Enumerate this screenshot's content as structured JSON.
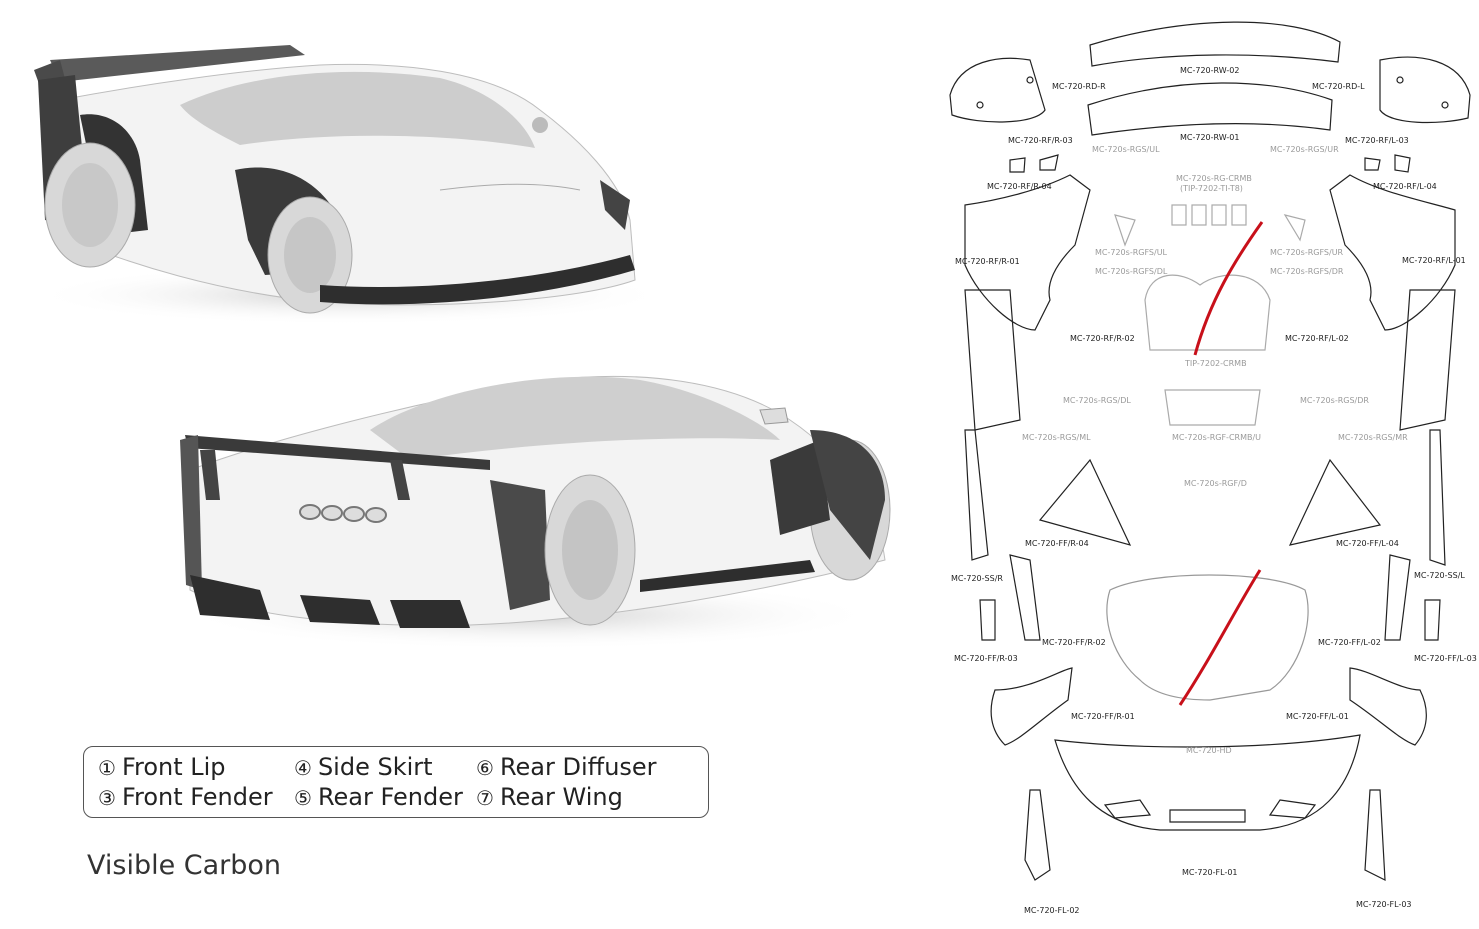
{
  "legend": {
    "items": [
      {
        "num": "①",
        "label": "Front Lip"
      },
      {
        "num": "④",
        "label": "Side Skirt"
      },
      {
        "num": "⑥",
        "label": "Rear Diffuser"
      },
      {
        "num": "③",
        "label": "Front Fender"
      },
      {
        "num": "⑤",
        "label": "Rear Fender"
      },
      {
        "num": "⑦",
        "label": "Rear Wing"
      }
    ]
  },
  "caption": "Visible Carbon",
  "parts": [
    {
      "code": "MC-720-RW-02",
      "faint": false
    },
    {
      "code": "MC-720-RD-R",
      "faint": false
    },
    {
      "code": "MC-720-RD-L",
      "faint": false
    },
    {
      "code": "MC-720-RF/R-03",
      "faint": false
    },
    {
      "code": "MC-720-RW-01",
      "faint": false
    },
    {
      "code": "MC-720-RF/L-03",
      "faint": false
    },
    {
      "code": "MC-720s-RGS/UL",
      "faint": true
    },
    {
      "code": "MC-720s-RGS/UR",
      "faint": true
    },
    {
      "code": "MC-720s-RG-CRMB",
      "faint": true
    },
    {
      "code": "(TIP-7202-TI-T8)",
      "faint": true
    },
    {
      "code": "MC-720-RF/R-04",
      "faint": false
    },
    {
      "code": "MC-720-RF/L-04",
      "faint": false
    },
    {
      "code": "MC-720s-RGFS/UL",
      "faint": true
    },
    {
      "code": "MC-720s-RGFS/UR",
      "faint": true
    },
    {
      "code": "MC-720s-RGFS/DL",
      "faint": true
    },
    {
      "code": "MC-720s-RGFS/DR",
      "faint": true
    },
    {
      "code": "MC-720-RF/R-01",
      "faint": false
    },
    {
      "code": "MC-720-RF/L-01",
      "faint": false
    },
    {
      "code": "MC-720-RF/R-02",
      "faint": false
    },
    {
      "code": "MC-720-RF/L-02",
      "faint": false
    },
    {
      "code": "TIP-7202-CRMB",
      "faint": true
    },
    {
      "code": "MC-720s-RGS/DL",
      "faint": true
    },
    {
      "code": "MC-720s-RGS/DR",
      "faint": true
    },
    {
      "code": "MC-720s-RGS/ML",
      "faint": true
    },
    {
      "code": "MC-720s-RGF-CRMB/U",
      "faint": true
    },
    {
      "code": "MC-720s-RGS/MR",
      "faint": true
    },
    {
      "code": "MC-720s-RGF/D",
      "faint": true
    },
    {
      "code": "MC-720-FF/R-04",
      "faint": false
    },
    {
      "code": "MC-720-FF/L-04",
      "faint": false
    },
    {
      "code": "MC-720-SS/R",
      "faint": false
    },
    {
      "code": "MC-720-SS/L",
      "faint": false
    },
    {
      "code": "MC-720-FF/R-02",
      "faint": false
    },
    {
      "code": "MC-720-FF/L-02",
      "faint": false
    },
    {
      "code": "MC-720-FF/R-03",
      "faint": false
    },
    {
      "code": "MC-720-FF/L-03",
      "faint": false
    },
    {
      "code": "MC-720-FF/R-01",
      "faint": false
    },
    {
      "code": "MC-720-FF/L-01",
      "faint": false
    },
    {
      "code": "MC-720-HD",
      "faint": true
    },
    {
      "code": "MC-720-FL-01",
      "faint": false
    },
    {
      "code": "MC-720-FL-02",
      "faint": false
    },
    {
      "code": "MC-720-FL-03",
      "faint": false
    }
  ],
  "colors": {
    "body": "#f2f2f2",
    "carbon": "#3a3a3a",
    "glass": "#cfcfcf",
    "wheel": "#d4d4d4",
    "line": "#222222",
    "highlight": "#c8101a"
  }
}
